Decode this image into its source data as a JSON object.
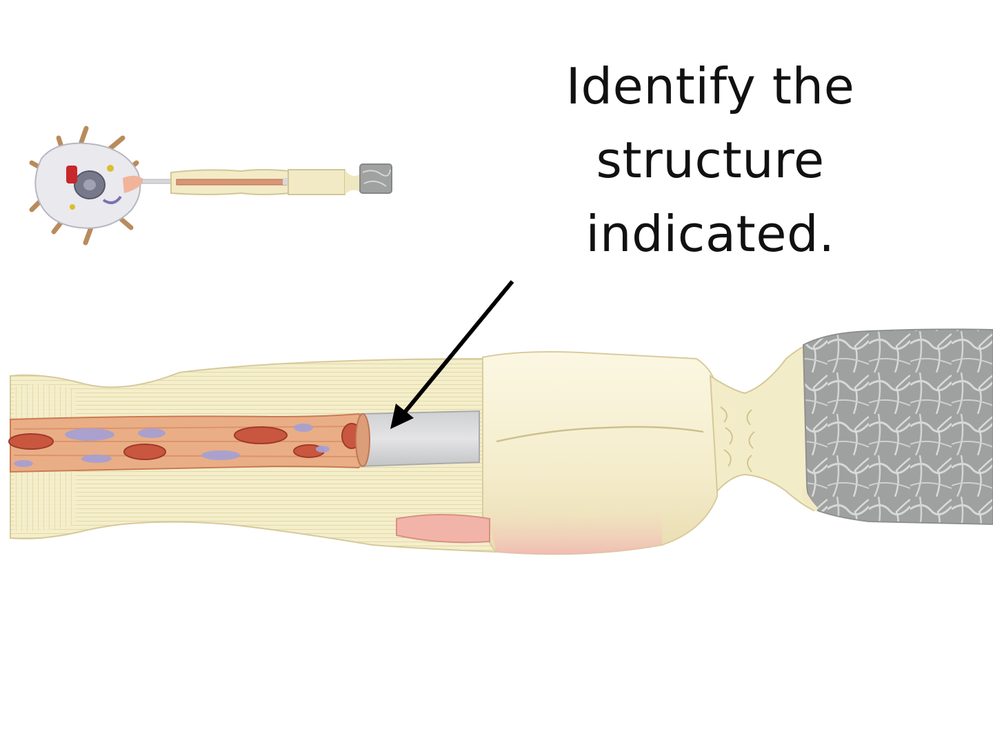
{
  "slide": {
    "prompt_lines": [
      "Identify the",
      "structure",
      "indicated."
    ]
  },
  "figure": {
    "thumbnail_icon": "neuron-model-thumbnail",
    "main_icon": "myelinated-axon-model",
    "arrow_icon": "pointer-arrow"
  },
  "colors": {
    "background": "#ffffff",
    "myelin": "#f3ecc6",
    "axon": "#e2a07a",
    "node_cover": "#b4b6b4",
    "arrow": "#000000"
  }
}
